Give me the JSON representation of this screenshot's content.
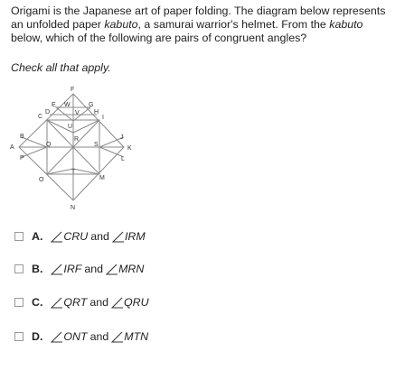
{
  "question": {
    "part1": "Origami is the Japanese art of paper folding. The diagram below represents an unfolded paper ",
    "em1": "kabuto",
    "part2": ", a samurai warrior's helmet. From the ",
    "em2": "kabuto",
    "part3": " below, which of the following are pairs of congruent angles?"
  },
  "instruction": "Check all that apply.",
  "diagram": {
    "labels": {
      "F": "F",
      "E": "E",
      "W": "W",
      "G": "G",
      "D": "D",
      "V": "V",
      "H": "H",
      "C": "C",
      "I": "I",
      "U": "U",
      "B": "B",
      "R": "R",
      "J": "J",
      "A": "A",
      "Q": "Q",
      "S": "S",
      "K": "K",
      "P": "P",
      "L": "L",
      "T": "T",
      "O": "O",
      "M": "M",
      "N": "N"
    }
  },
  "choices": [
    {
      "letter": "A.",
      "angle1": "CRU",
      "and": "and",
      "angle2": "IRM",
      "checked": false
    },
    {
      "letter": "B.",
      "angle1": "IRF",
      "and": "and",
      "angle2": "MRN",
      "checked": false
    },
    {
      "letter": "C.",
      "angle1": "QRT",
      "and": "and",
      "angle2": "QRU",
      "checked": false
    },
    {
      "letter": "D.",
      "angle1": "ONT",
      "and": "and",
      "angle2": "MTN",
      "checked": false
    }
  ]
}
